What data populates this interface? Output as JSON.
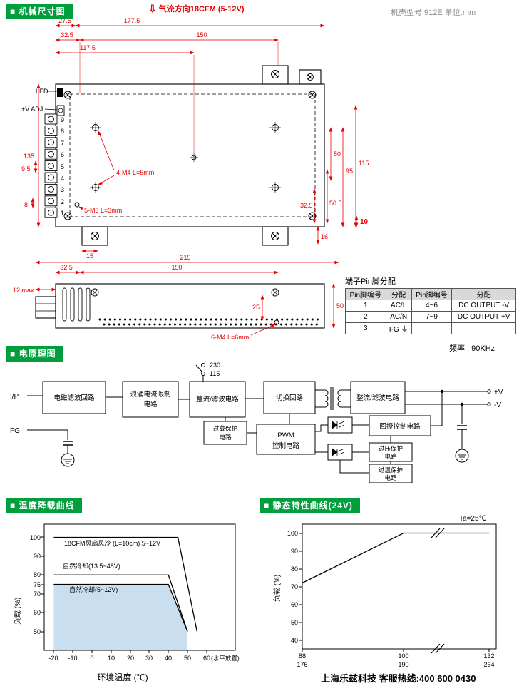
{
  "meta": {
    "airflow_note": "气流方向18CFM (5-12V)",
    "model_info": "机壳型号:912E  单位:mm",
    "frequency": "频率 : 90KHz",
    "footer": "上海乐兹科技 客服热线:400 600 0430",
    "accent_green": "#009e3d",
    "dim_red": "#e60000",
    "shade_blue": "#c9dff0"
  },
  "sections": {
    "mechanical": "■ 机械尺寸图",
    "schematic": "■ 电原理图",
    "derating": "■ 温度降载曲线",
    "static": "■ 静态特性曲线(24V)"
  },
  "mechanical": {
    "labels": {
      "led": "LED",
      "vadj": "+V ADJ.",
      "m4_top": "4-M4 L=5mm",
      "m3": "5-M3 L=3mm",
      "m4_side": "6-M4 L=6mm",
      "max12": "12 max"
    },
    "dims": {
      "d27_5": "27.5",
      "d177_5": "177.5",
      "d32_5": "32.5",
      "d150": "150",
      "d117_5": "117.5",
      "d135": "135",
      "d9_5": "9.5",
      "d8": "8",
      "d15": "15",
      "d50": "50",
      "d95": "95",
      "d115": "115",
      "d50_5": "50.5",
      "d10": "10",
      "d16": "16",
      "d215": "215",
      "d25": "25"
    },
    "pins": [
      "9",
      "8",
      "7",
      "6",
      "5",
      "4",
      "3",
      "2",
      "1"
    ]
  },
  "pin_table": {
    "title": "端子Pin脚分配",
    "headers": [
      "Pin脚编号",
      "分配",
      "Pin脚编号",
      "分配"
    ],
    "rows": [
      [
        "1",
        "AC/L",
        "4~6",
        "DC OUTPUT -V"
      ],
      [
        "2",
        "AC/N",
        "7~9",
        "DC OUTPUT +V"
      ],
      [
        "3",
        "FG ⏚",
        "",
        ""
      ]
    ]
  },
  "schematic": {
    "io": {
      "ip": "I/P",
      "fg": "FG",
      "vplus": "+V",
      "vminus": "-V",
      "v230": "230",
      "v115": "115"
    },
    "blocks": {
      "emi": [
        "电磁滤波回路"
      ],
      "inrush": [
        "浪涌电流限制",
        "电路"
      ],
      "rectifier1": [
        "整流/滤波电路"
      ],
      "switching": [
        "切换回路"
      ],
      "rectifier2": [
        "整流/滤波电路"
      ],
      "overload": [
        "过载保护",
        "电路"
      ],
      "pwm": [
        "PWM",
        "控制电路"
      ],
      "feedback": [
        "回授控制电路"
      ],
      "ovp": [
        "过压保护",
        "电路"
      ],
      "otp": [
        "过温保护",
        "电路"
      ]
    }
  },
  "chart_data": [
    {
      "type": "line",
      "title": "温度降载曲线",
      "xlabel": "环境温度 (℃)",
      "ylabel": "负载 (%)",
      "x_note": "(水平放置)",
      "x_ticks": [
        -20,
        -10,
        0,
        10,
        20,
        30,
        40,
        50,
        60
      ],
      "y_ticks": [
        50,
        60,
        70,
        75,
        80,
        90,
        100
      ],
      "xlim": [
        -25,
        75
      ],
      "ylim": [
        40,
        107
      ],
      "grid": false,
      "legend_position": "inside",
      "series": [
        {
          "name": "18CFM风扇风冷 (L=10cm) 5~12V",
          "points": [
            [
              -20,
              100
            ],
            [
              45,
              100
            ],
            [
              55,
              50
            ]
          ]
        },
        {
          "name": "自然冷却(13.5~48V)",
          "points": [
            [
              -20,
              80
            ],
            [
              40,
              80
            ],
            [
              50,
              50
            ]
          ]
        },
        {
          "name": "自然冷却(5~12V)",
          "points": [
            [
              -20,
              75
            ],
            [
              40,
              75
            ],
            [
              50,
              50
            ]
          ],
          "fill": true,
          "fill_color": "#c9dff0"
        }
      ]
    },
    {
      "type": "line",
      "title": "静态特性曲线(24V)",
      "annotation": "Ta=25℃",
      "ylabel": "负载 (%)",
      "y_ticks": [
        40,
        50,
        60,
        70,
        80,
        90,
        100
      ],
      "x_ticks_top": [
        88,
        100,
        132
      ],
      "x_ticks_bottom": [
        176,
        190,
        264
      ],
      "xlim": [
        88,
        132
      ],
      "ylim": [
        35,
        105
      ],
      "axis_break_after_x": 100,
      "grid": false,
      "series": [
        {
          "name": "负载",
          "points": [
            [
              88,
              72
            ],
            [
              100,
              100
            ],
            [
              132,
              100
            ]
          ]
        }
      ]
    }
  ]
}
